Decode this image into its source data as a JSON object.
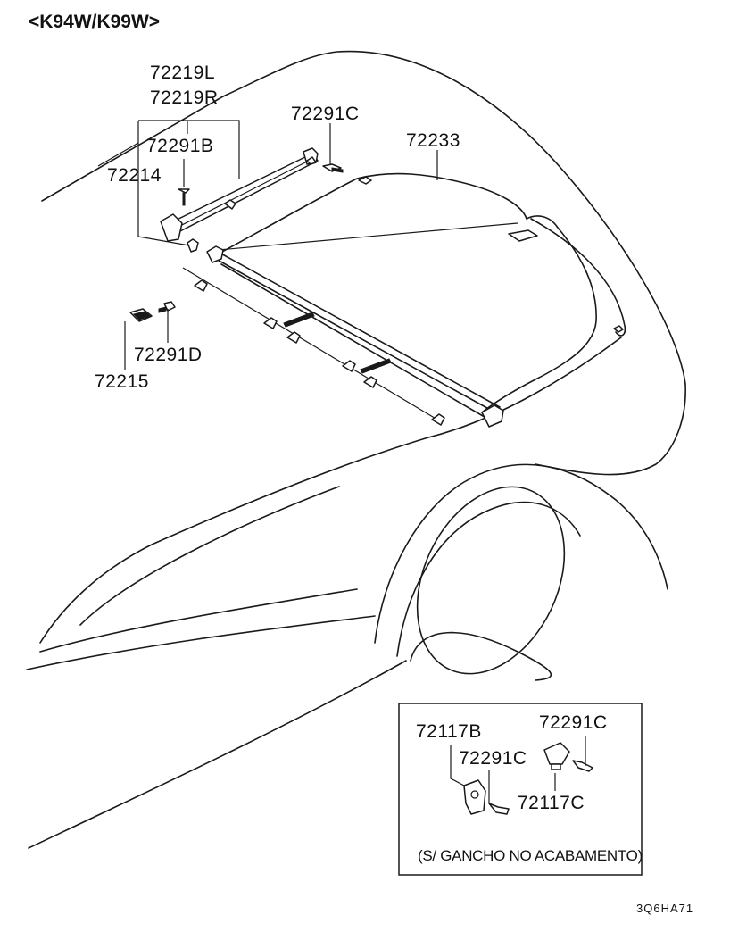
{
  "header": {
    "model_code": "<K94W/K99W>"
  },
  "parts": {
    "p72219L": "72219L",
    "p72219R": "72219R",
    "p72291C_top": "72291C",
    "p72233": "72233",
    "p72291B": "72291B",
    "p72214": "72214",
    "p72291D": "72291D",
    "p72215": "72215"
  },
  "inset": {
    "p72117B": "72117B",
    "p72291C_a": "72291C",
    "p72291C_b": "72291C",
    "p72117C": "72117C",
    "note": "(S/ GANCHO NO ACABAMENTO)"
  },
  "footer": {
    "diagram_code": "3Q6HA71"
  }
}
